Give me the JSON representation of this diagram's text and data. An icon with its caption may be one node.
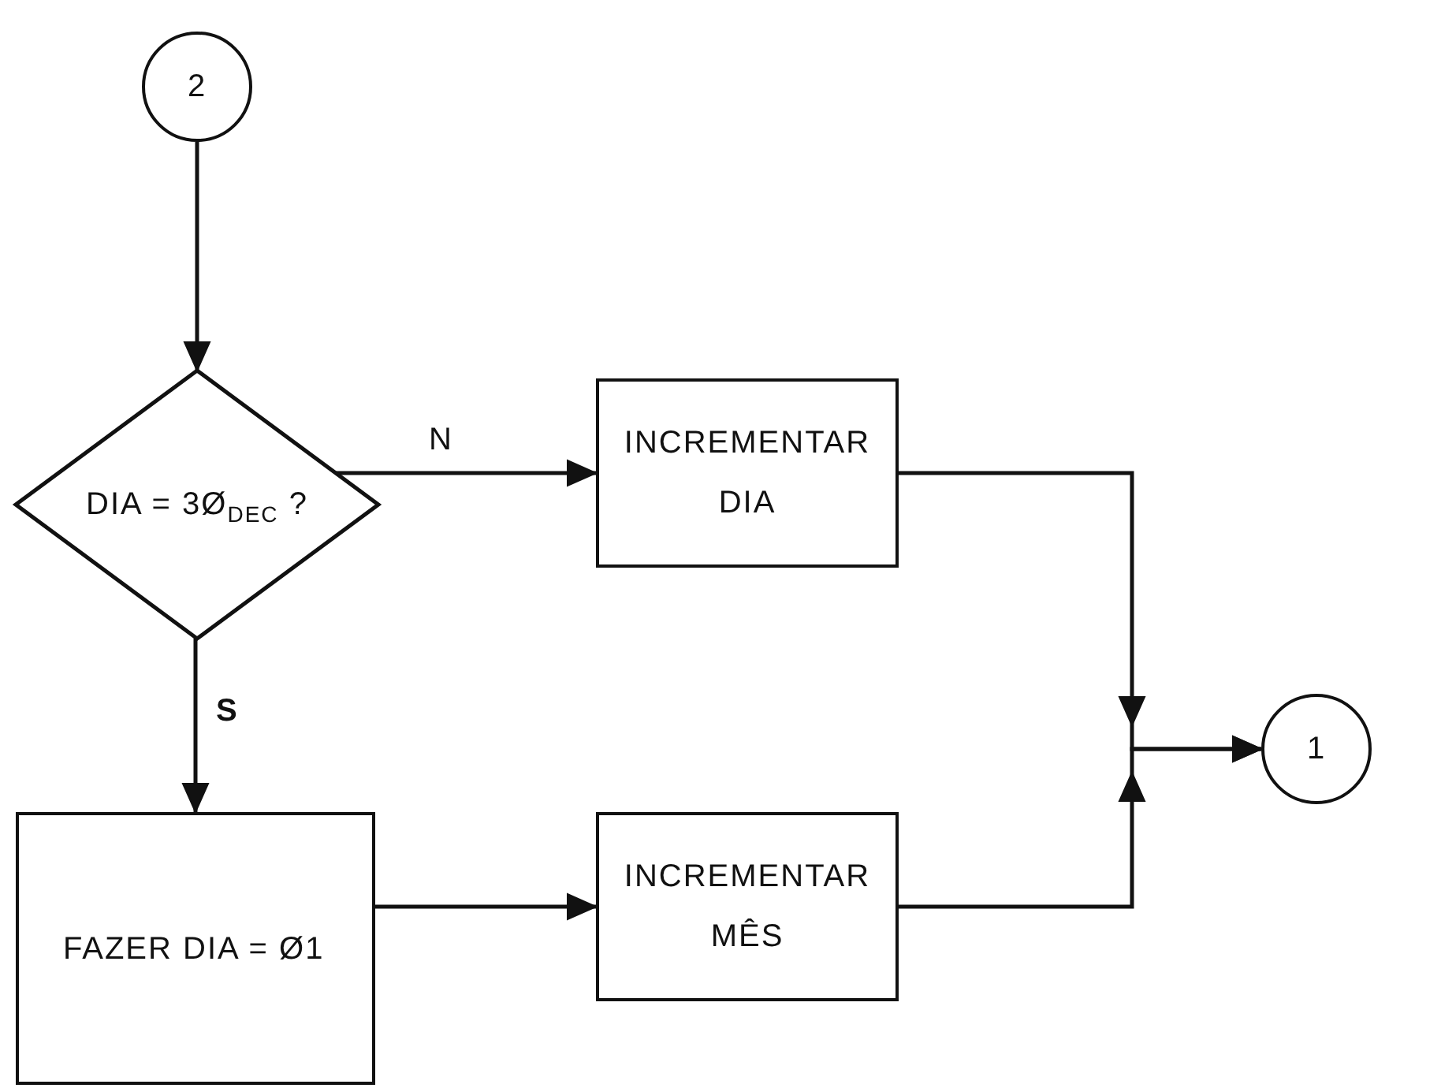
{
  "diagram": {
    "nodes": [
      {
        "text": [
          "2"
        ]
      },
      {
        "text": [
          "DIA = 3Ø$_{DEC}$ ?"
        ]
      },
      {
        "text": [
          "INCREMENTAR DIA"
        ]
      },
      {
        "text": [
          "FAZER DIA = Ø1"
        ]
      },
      {
        "text": [
          "INCREMENTAR MÊS"
        ]
      },
      {
        "text": [
          "1"
        ]
      }
    ],
    "edges": [
      {
        "from": 0,
        "to": 1,
        "arrow": "to"
      },
      {
        "from": 1,
        "to": 2,
        "arrow": "to",
        "label": "N"
      },
      {
        "from": 1,
        "to": 3,
        "arrow": "to",
        "label": "S"
      },
      {
        "from": 3,
        "to": 4,
        "arrow": "to"
      },
      {
        "from": 2,
        "to": 5,
        "arrow": "to"
      },
      {
        "from": 4,
        "to": 5,
        "arrow": "to"
      }
    ]
  }
}
